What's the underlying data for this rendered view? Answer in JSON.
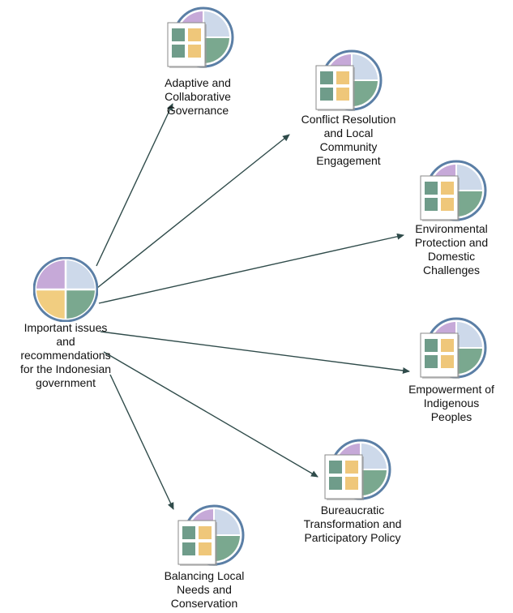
{
  "colors": {
    "ring": "#5b7fa6",
    "q_purple": "#c6a9d8",
    "q_blue": "#cdd9ea",
    "q_yellow": "#f1cd80",
    "q_green": "#7aa88f",
    "doc_sq_green": "#6f9c8a",
    "doc_sq_yellow": "#efc77a",
    "arrow": "#2f4b4a"
  },
  "root": {
    "icon": "quadrant-circle-icon",
    "lines": [
      "Important issues",
      "and",
      "recommendations",
      "for the Indonesian",
      "government"
    ]
  },
  "children": [
    {
      "icon": "document-grid-icon",
      "lines": [
        "Adaptive and",
        "Collaborative",
        "Governance"
      ]
    },
    {
      "icon": "document-grid-icon",
      "lines": [
        "Conflict Resolution",
        "and Local",
        "Community",
        "Engagement"
      ]
    },
    {
      "icon": "document-grid-icon",
      "lines": [
        "Environmental",
        "Protection and",
        "Domestic",
        "Challenges"
      ]
    },
    {
      "icon": "document-grid-icon",
      "lines": [
        "Empowerment of",
        "Indigenous",
        "Peoples"
      ]
    },
    {
      "icon": "document-grid-icon",
      "lines": [
        "Bureaucratic",
        "Transformation and",
        "Participatory Policy"
      ]
    },
    {
      "icon": "document-grid-icon",
      "lines": [
        "Balancing Local",
        "Needs and",
        "Conservation"
      ]
    }
  ]
}
